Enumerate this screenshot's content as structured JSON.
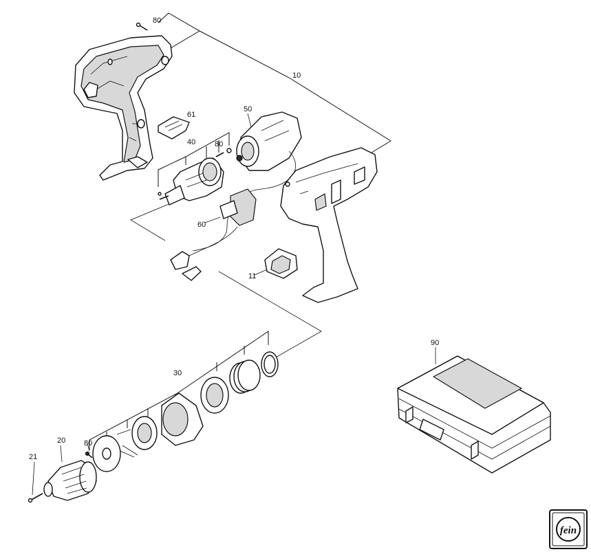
{
  "parts": {
    "p80a": "80",
    "p10": "10",
    "p61": "61",
    "p50": "50",
    "p40": "40",
    "p80b": "80",
    "p60": "60",
    "p11": "11",
    "p90": "90",
    "p30": "30",
    "p20": "20",
    "p80c": "80",
    "p21": "21"
  },
  "logo": {
    "text": "fein"
  },
  "colors": {
    "line": "#111111",
    "shade": "#d8d8d8",
    "background": "#ffffff"
  }
}
